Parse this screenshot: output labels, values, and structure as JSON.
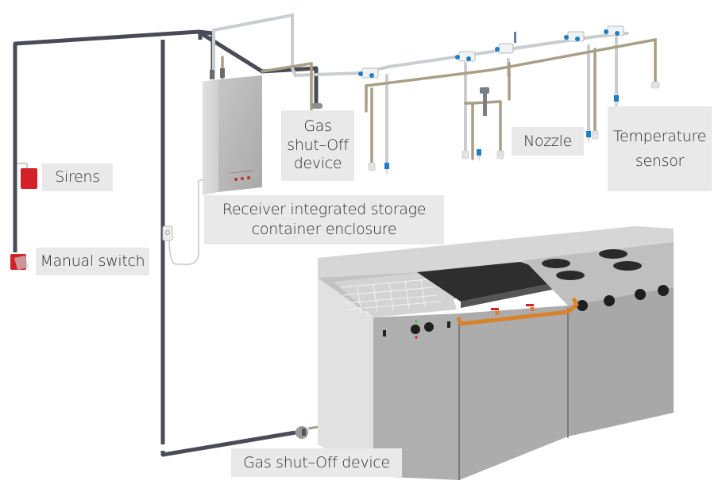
{
  "diagram": {
    "title": "Kitchen fire suppression system layout",
    "labels": {
      "sirens": "Sirens",
      "manual_switch": "Manual switch",
      "receiver_line1": "Receiver integrated storage",
      "receiver_line2": "container enclosure",
      "gas_shutoff_top_line1": "Gas",
      "gas_shutoff_top_line2": "shut–Off",
      "gas_shutoff_top_line3": "device",
      "nozzle": "Nozzle",
      "temp_sensor_line1": "Temperature",
      "temp_sensor_line2": "sensor",
      "gas_shutoff_bottom": "Gas shut–Off device"
    },
    "components": [
      {
        "name": "siren",
        "icon": "siren-icon"
      },
      {
        "name": "manual-switch",
        "icon": "manual-switch-icon"
      },
      {
        "name": "storage-container",
        "icon": "cabinet-icon"
      },
      {
        "name": "gas-valve",
        "icon": "valve-icon"
      },
      {
        "name": "nozzles",
        "icon": "nozzle-icon"
      },
      {
        "name": "temperature-sensors",
        "icon": "sensor-icon"
      },
      {
        "name": "fryer",
        "icon": "fryer-icon"
      },
      {
        "name": "griddle",
        "icon": "griddle-icon"
      },
      {
        "name": "gas-range",
        "icon": "burner-icon"
      }
    ],
    "colors": {
      "wire": "#4a4b57",
      "pipe_silver": "#c9cdd0",
      "pipe_tan": "#a89f86",
      "siren_red": "#d42027",
      "gas_line_orange": "#d9822b",
      "nozzle_blue": "#1c7fc4",
      "label_bg": "#e8e9e8",
      "steel": "#b4b4b4"
    }
  }
}
